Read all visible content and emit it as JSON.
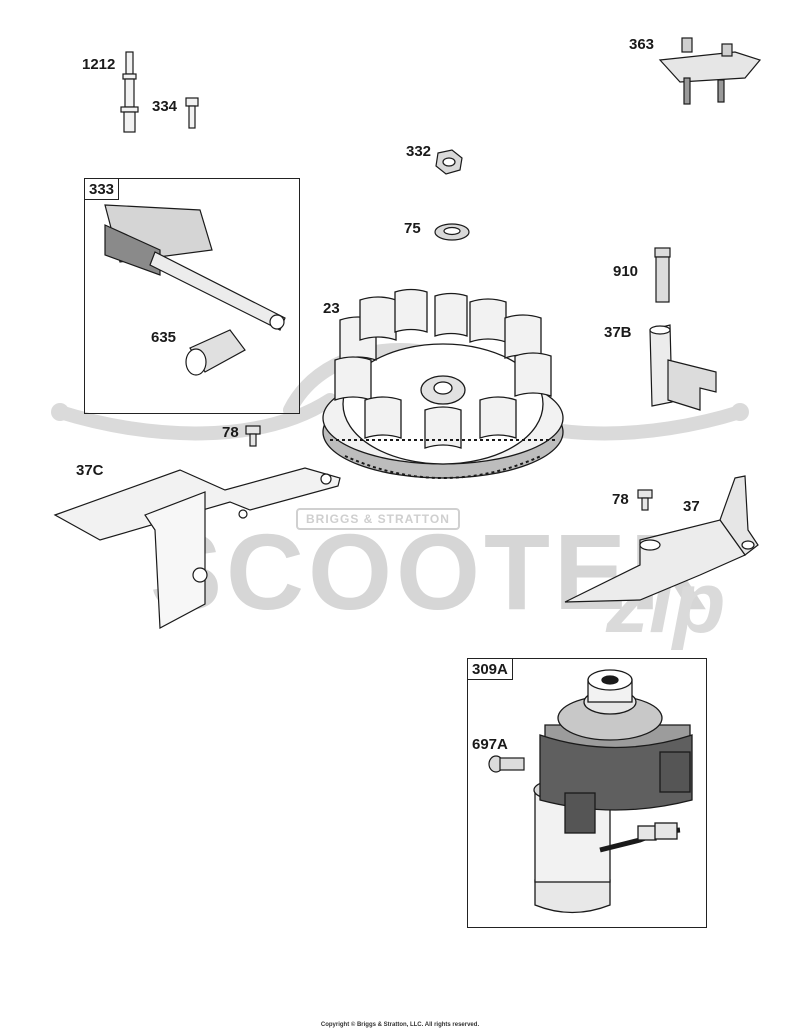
{
  "watermark": {
    "main_text": "SCOOTER",
    "sub_text": "BRIGGS & STRATTON",
    "script_text": "zip"
  },
  "callouts": {
    "p1212": "1212",
    "p334": "334",
    "p363": "363",
    "p332": "332",
    "p75": "75",
    "p910": "910",
    "p23": "23",
    "p37B": "37B",
    "p635": "635",
    "p78a": "78",
    "p37C": "37C",
    "p78b": "78",
    "p37": "37",
    "p697A": "697A"
  },
  "boxes": {
    "box333": "333",
    "box309A": "309A"
  },
  "copyright": "Copyright © Briggs & Stratton, LLC. All rights reserved.",
  "colors": {
    "line": "#1a1a1a",
    "fill_light": "#f2f2f2",
    "fill_mid": "#bdbdbd",
    "fill_dark": "#555555",
    "watermark": "#d6d6d6"
  }
}
